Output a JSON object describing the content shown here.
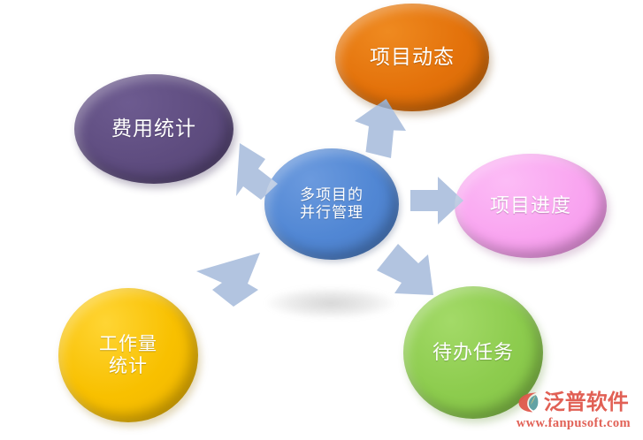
{
  "diagram": {
    "title": "多项目的并行管理",
    "center": {
      "label": "多项目的\n并行管理",
      "color": "#5187d4",
      "shape": "circle"
    },
    "nodes": [
      {
        "id": "top",
        "label": "项目动态",
        "color": "#e3710a",
        "shape": "ellipse",
        "position": "top-right"
      },
      {
        "id": "left",
        "label": "费用统计",
        "color": "#5e4c7f",
        "shape": "ellipse",
        "position": "top-left"
      },
      {
        "id": "right",
        "label": "项目进度",
        "color": "#f9a5f0",
        "shape": "ellipse",
        "position": "right"
      },
      {
        "id": "bottom_left",
        "label": "工作量\n统计",
        "color": "#f8c000",
        "shape": "circle",
        "position": "bottom-left"
      },
      {
        "id": "bottom_right",
        "label": "待办任务",
        "color": "#8dcc4e",
        "shape": "circle",
        "position": "bottom-right"
      }
    ],
    "arrows": [
      {
        "id": "arrow-up",
        "direction": "up",
        "target": "项目动态",
        "color": "#b2c4e0"
      },
      {
        "id": "arrow-up-left",
        "direction": "up-left",
        "target": "费用统计",
        "color": "#b2c4e0"
      },
      {
        "id": "arrow-right",
        "direction": "right",
        "target": "项目进度",
        "color": "#b2c4e0"
      },
      {
        "id": "arrow-down-left",
        "direction": "down-left",
        "target": "工作量统计",
        "color": "#b2c4e0"
      },
      {
        "id": "arrow-down-right",
        "direction": "down-right",
        "target": "待办任务",
        "color": "#b2c4e0"
      }
    ]
  },
  "watermark": {
    "brand": "泛普软件",
    "url": "www.fanpusoft.com",
    "brand_color": "#e0584c",
    "mark_colors": {
      "primary": "#e0584c",
      "secondary": "#5a9ea0"
    }
  }
}
